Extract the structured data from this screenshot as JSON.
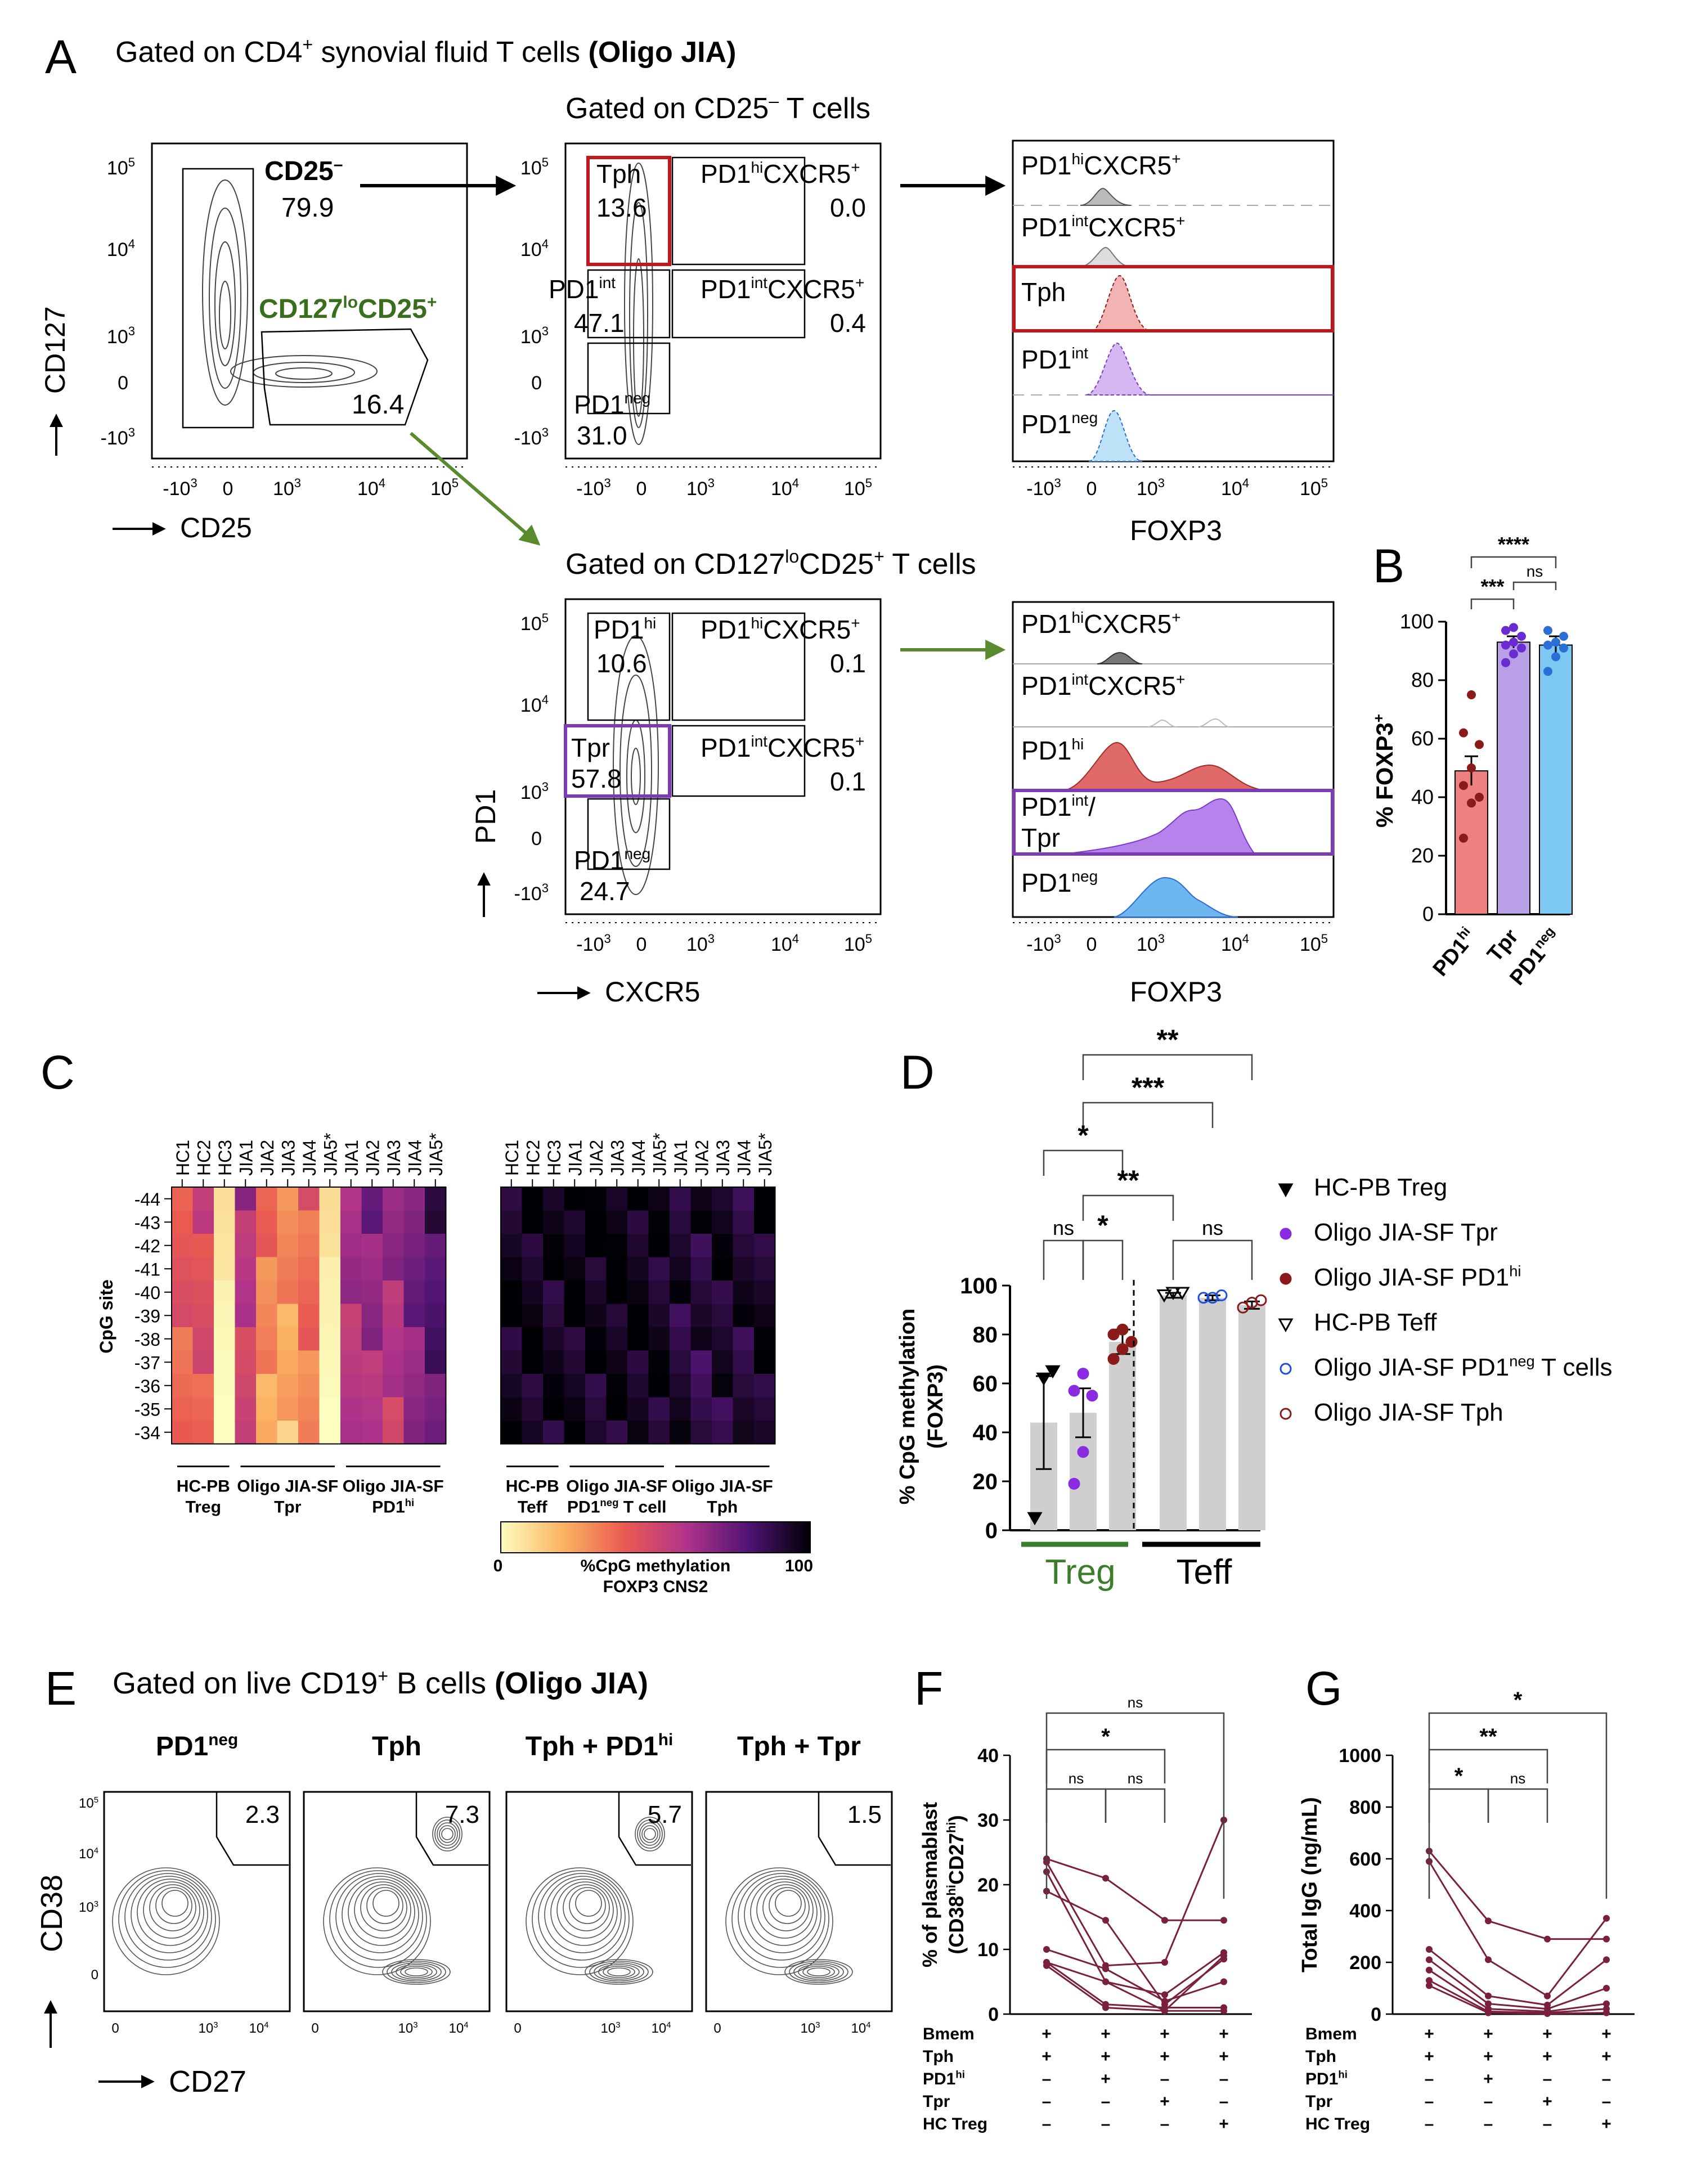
{
  "panel_letters": [
    "A",
    "B",
    "C",
    "D",
    "E",
    "F",
    "G"
  ],
  "panelA": {
    "title_prefix": "Gated on CD4",
    "title_sup": "+",
    "title_mid": " synovial fluid T cells ",
    "title_bold": "(Oligo JIA)",
    "top_subtitle": "Gated on CD25",
    "top_subtitle_sup": "–",
    "top_subtitle_suffix": " T cells",
    "bottom_subtitle_1": "Gated on CD127",
    "bottom_subtitle_sup": "lo",
    "bottom_subtitle_2": "CD25",
    "bottom_subtitle_sup2": "+",
    "bottom_subtitle_3": " T cells",
    "plot1": {
      "xlabel": "CD25",
      "ylabel": "CD127",
      "gate_cd25neg_label": "CD25",
      "gate_cd25neg_sup": "–",
      "gate_cd25neg_value": "79.9",
      "gate_treg_label_a": "CD127",
      "gate_treg_sup_a": "lo",
      "gate_treg_label_b": "CD25",
      "gate_treg_sup_b": "+",
      "gate_treg_value": "16.4"
    },
    "plot2": {
      "gates": [
        {
          "name": "Tph",
          "value": "13.6"
        },
        {
          "name": "PD1",
          "sup": "hi",
          "name2": "CXCR5",
          "sup2": "+",
          "value": "0.0"
        },
        {
          "name": "PD1",
          "sup": "int",
          "value": "47.1"
        },
        {
          "name": "PD1",
          "sup": "int",
          "name2": "CXCR5",
          "sup2": "+",
          "value": "0.4"
        },
        {
          "name": "PD1",
          "sup": "neg",
          "value": "31.0"
        }
      ]
    },
    "hist_top": {
      "xlabel": "FOXP3",
      "rows": [
        {
          "name": "PD1",
          "sup": "hi",
          "name2": "CXCR5",
          "sup2": "+"
        },
        {
          "name": "PD1",
          "sup": "int",
          "name2": "CXCR5",
          "sup2": "+"
        },
        {
          "name": "Tph"
        },
        {
          "name": "PD1",
          "sup": "int"
        },
        {
          "name": "PD1",
          "sup": "neg"
        }
      ]
    },
    "plot3": {
      "xlabel": "CXCR5",
      "ylabel": "PD1",
      "gates": [
        {
          "name": "PD1",
          "sup": "hi",
          "value": "10.6"
        },
        {
          "name": "PD1",
          "sup": "hi",
          "name2": "CXCR5",
          "sup2": "+",
          "value": "0.1"
        },
        {
          "name": "Tpr",
          "value": "57.8"
        },
        {
          "name": "PD1",
          "sup": "int",
          "name2": "CXCR5",
          "sup2": "+",
          "value": "0.1"
        },
        {
          "name": "PD1",
          "sup": "neg",
          "value": "24.7"
        }
      ]
    },
    "hist_bottom": {
      "xlabel": "FOXP3",
      "rows": [
        {
          "name": "PD1",
          "sup": "hi",
          "name2": "CXCR5",
          "sup2": "+"
        },
        {
          "name": "PD1",
          "sup": "int",
          "name2": "CXCR5",
          "sup2": "+"
        },
        {
          "name": "PD1",
          "sup": "hi"
        },
        {
          "name": "PD1",
          "sup": "int",
          "name2": "/",
          "line2": "Tpr"
        },
        {
          "name": "PD1",
          "sup": "neg"
        }
      ]
    },
    "axis_ticks": [
      {
        "base": "10",
        "exp": "5"
      },
      {
        "base": "10",
        "exp": "4"
      },
      {
        "base": "10",
        "exp": "3"
      },
      {
        "base": "0",
        "exp": ""
      },
      {
        "base": "-10",
        "exp": "3"
      }
    ]
  },
  "chart_data": [
    {
      "type": "bar",
      "panel": "B",
      "categories": [
        "PD1hi",
        "Tpr",
        "PD1neg"
      ],
      "values": [
        49,
        93,
        92
      ],
      "errors": [
        5,
        2,
        3
      ],
      "points": [
        [
          26,
          38,
          40,
          44,
          50,
          58,
          62,
          75
        ],
        [
          86,
          89,
          91,
          92,
          93,
          95,
          97,
          98
        ],
        [
          83,
          88,
          91,
          92,
          93,
          95,
          97
        ]
      ],
      "ylabel": "% FOXP3",
      "ylabel_sup": "+",
      "ylim": [
        0,
        100
      ],
      "yticks": [
        0,
        20,
        40,
        60,
        80,
        100
      ],
      "colors": [
        "#f08080",
        "#b9a0e6",
        "#7cc8f2"
      ],
      "point_colors": [
        "#8b1a1a",
        "#6a2bd0",
        "#2a6fd6"
      ],
      "sig": [
        {
          "from": 0,
          "to": 2,
          "label": "****"
        },
        {
          "from": 0,
          "to": 1,
          "label": "***"
        },
        {
          "from": 1,
          "to": 2,
          "label": "ns"
        }
      ]
    },
    {
      "type": "heatmap",
      "panel": "C",
      "rows": [
        "-44",
        "-43",
        "-42",
        "-41",
        "-40",
        "-39",
        "-38",
        "-37",
        "-36",
        "-35",
        "-34"
      ],
      "ylabel": "CpG site",
      "columns_left": [
        "HC1",
        "HC2",
        "HC3",
        "JIA1",
        "JIA2",
        "JIA3",
        "JIA4",
        "JIA5*",
        "JIA1",
        "JIA2",
        "JIA3",
        "JIA4",
        "JIA5*"
      ],
      "columns_right": [
        "HC1",
        "HC2",
        "HC3",
        "JIA1",
        "JIA2",
        "JIA3",
        "JIA4",
        "JIA5*",
        "JIA1",
        "JIA2",
        "JIA3",
        "JIA4",
        "JIA5*"
      ],
      "column_means_left": [
        40,
        45,
        3,
        55,
        30,
        25,
        35,
        3,
        60,
        65,
        60,
        70,
        80
      ],
      "column_means_right": [
        95,
        96,
        95,
        97,
        96,
        97,
        96,
        95,
        92,
        90,
        93,
        91,
        95
      ],
      "groups": [
        {
          "line1": "HC-PB",
          "line2": "Treg",
          "span": [
            0,
            3
          ],
          "side": "left"
        },
        {
          "line1": "Oligo JIA-SF",
          "line2": "Tpr",
          "span": [
            3,
            8
          ],
          "side": "left"
        },
        {
          "line1": "Oligo JIA-SF",
          "line2": "PD1",
          "line2_sup": "hi",
          "span": [
            8,
            13
          ],
          "side": "left"
        },
        {
          "line1": "HC-PB",
          "line2": "Teff",
          "span": [
            0,
            3
          ],
          "side": "right"
        },
        {
          "line1": "Oligo JIA-SF",
          "line2": "PD1",
          "line2_sup": "neg",
          "line2_suffix": " T cell",
          "span": [
            3,
            8
          ],
          "side": "right"
        },
        {
          "line1": "Oligo JIA-SF",
          "line2": "Tph",
          "span": [
            8,
            13
          ],
          "side": "right"
        }
      ],
      "colorbar": {
        "min": "0",
        "max": "100",
        "label1": "%CpG methylation",
        "label2": "FOXP3 CNS2"
      }
    },
    {
      "type": "bar",
      "panel": "D",
      "categories": [
        "HC-PB Treg",
        "Oligo JIA-SF Tpr",
        "Oligo JIA-SF PD1hi",
        "HC-PB Teff",
        "Oligo JIA-SF PD1neg T cells",
        "Oligo JIA-SF Tph"
      ],
      "values": [
        44,
        48,
        77,
        96,
        95,
        92
      ],
      "errors": [
        19,
        10,
        5,
        1,
        1,
        1.5
      ],
      "points": [
        [
          5,
          62,
          65
        ],
        [
          19,
          32,
          55,
          57,
          64
        ],
        [
          70,
          74,
          77,
          80,
          82
        ],
        [
          96,
          97,
          97
        ],
        [
          95,
          95,
          96
        ],
        [
          91,
          93,
          94
        ]
      ],
      "ylabel": "% CpG methylation",
      "ylabel2": "(FOXP3)",
      "ylim": [
        0,
        100
      ],
      "yticks": [
        0,
        20,
        40,
        60,
        80,
        100
      ],
      "groups": [
        {
          "name": "Treg",
          "color": "#3a7d2a"
        },
        {
          "name": "Teff",
          "color": "#000000"
        }
      ],
      "legend": [
        {
          "label": "HC-PB Treg",
          "marker": "triangle-down",
          "color": "#000000",
          "fill": true
        },
        {
          "label": "Oligo JIA-SF Tpr",
          "marker": "circle",
          "color": "#8a2be2",
          "fill": true
        },
        {
          "label": "Oligo JIA-SF PD1",
          "sup": "hi",
          "marker": "circle",
          "color": "#8b1a1a",
          "fill": true
        },
        {
          "label": "HC-PB Teff",
          "marker": "triangle-down",
          "color": "#000000",
          "fill": false
        },
        {
          "label": "Oligo JIA-SF PD1",
          "sup": "neg",
          "suffix": " T cells",
          "marker": "circle",
          "color": "#1f4fe0",
          "fill": false
        },
        {
          "label": "Oligo JIA-SF Tph",
          "marker": "circle",
          "color": "#8b1a1a",
          "fill": false
        }
      ],
      "sig": [
        {
          "from": 1,
          "to": 5,
          "label": "**"
        },
        {
          "from": 1,
          "to": 4,
          "label": "***"
        },
        {
          "from": 0,
          "to": 2,
          "label": "*"
        },
        {
          "from": 1,
          "to": 3,
          "label": "**"
        },
        {
          "from": 0,
          "to": 1,
          "label": "ns"
        },
        {
          "from": 1,
          "to": 2,
          "label": "*"
        },
        {
          "from": 3,
          "to": 5,
          "label": "ns"
        }
      ]
    },
    {
      "type": "line",
      "panel": "F",
      "ylabel": "% of plasmablast",
      "ylabel2": "(CD38",
      "ylim": [
        0,
        40
      ],
      "yticks": [
        0,
        10,
        20,
        30,
        40
      ],
      "x": [
        0,
        1,
        2,
        3
      ],
      "series": [
        {
          "values": [
            24,
            21,
            14.5,
            14.5
          ]
        },
        {
          "values": [
            23.5,
            7.5,
            8,
            30
          ]
        },
        {
          "values": [
            22,
            5,
            3,
            9.5
          ]
        },
        {
          "values": [
            19,
            14.5,
            1.5,
            8.5
          ]
        },
        {
          "values": [
            10,
            7,
            2,
            5
          ]
        },
        {
          "values": [
            8,
            5,
            0.5,
            9
          ]
        },
        {
          "values": [
            8,
            1.5,
            1,
            1
          ]
        },
        {
          "values": [
            7.5,
            1,
            0.5,
            0.5
          ]
        }
      ],
      "sig": [
        {
          "from": 0,
          "to": 3,
          "label": "ns"
        },
        {
          "from": 0,
          "to": 2,
          "label": "*"
        },
        {
          "from": 0,
          "to": 1,
          "label": "ns"
        },
        {
          "from": 1,
          "to": 2,
          "label": "ns"
        }
      ]
    },
    {
      "type": "line",
      "panel": "G",
      "ylabel": "Total IgG (ng/mL)",
      "ylim": [
        0,
        1000
      ],
      "yticks": [
        0,
        200,
        400,
        600,
        800,
        1000
      ],
      "x": [
        0,
        1,
        2,
        3
      ],
      "series": [
        {
          "values": [
            630,
            360,
            290,
            290
          ]
        },
        {
          "values": [
            590,
            210,
            70,
            370
          ]
        },
        {
          "values": [
            250,
            70,
            35,
            210
          ]
        },
        {
          "values": [
            210,
            40,
            20,
            100
          ]
        },
        {
          "values": [
            170,
            20,
            10,
            40
          ]
        },
        {
          "values": [
            130,
            10,
            5,
            20
          ]
        },
        {
          "values": [
            110,
            5,
            2,
            5
          ]
        }
      ],
      "sig": [
        {
          "from": 0,
          "to": 3,
          "label": "*"
        },
        {
          "from": 0,
          "to": 2,
          "label": "**"
        },
        {
          "from": 0,
          "to": 1,
          "label": "*"
        },
        {
          "from": 1,
          "to": 2,
          "label": "ns"
        }
      ]
    }
  ],
  "panelD_ylabel_main": "% CpG methylation",
  "panelF_ylabel_line1": "% of plasmablast",
  "panelF_ylabel_line2a": "(CD38",
  "panelF_ylabel_sup1": "hi",
  "panelF_ylabel_line2b": "CD27",
  "panelF_ylabel_sup2": "hi",
  "panelF_ylabel_line2c": ")",
  "condition_table": {
    "rows": [
      {
        "label": "Bmem",
        "values": [
          "+",
          "+",
          "+",
          "+"
        ]
      },
      {
        "label": "Tph",
        "values": [
          "+",
          "+",
          "+",
          "+"
        ]
      },
      {
        "label": "PD1",
        "sup": "hi",
        "values": [
          "–",
          "+",
          "–",
          "–"
        ]
      },
      {
        "label": "Tpr",
        "values": [
          "–",
          "–",
          "+",
          "–"
        ]
      },
      {
        "label": "HC Treg",
        "values": [
          "–",
          "–",
          "–",
          "+"
        ]
      }
    ]
  },
  "panelE": {
    "title_prefix": "Gated on live CD19",
    "title_sup": "+",
    "title_mid": " B cells ",
    "title_bold": "(Oligo JIA)",
    "plots": [
      {
        "title": "PD1",
        "title_sup": "neg",
        "value": "2.3"
      },
      {
        "title": "Tph",
        "value": "7.3"
      },
      {
        "title": "Tph + PD1",
        "title_sup": "hi",
        "value": "5.7"
      },
      {
        "title": "Tph + Tpr",
        "value": "1.5"
      }
    ],
    "xlabel": "CD27",
    "ylabel": "CD38",
    "x_ticks": [
      "0",
      "10",
      "10"
    ],
    "x_ticks_exp": [
      "",
      "3",
      "4"
    ],
    "y_ticks": [
      "10",
      "10",
      "10",
      "0"
    ],
    "y_ticks_exp": [
      "5",
      "4",
      "3",
      ""
    ]
  }
}
